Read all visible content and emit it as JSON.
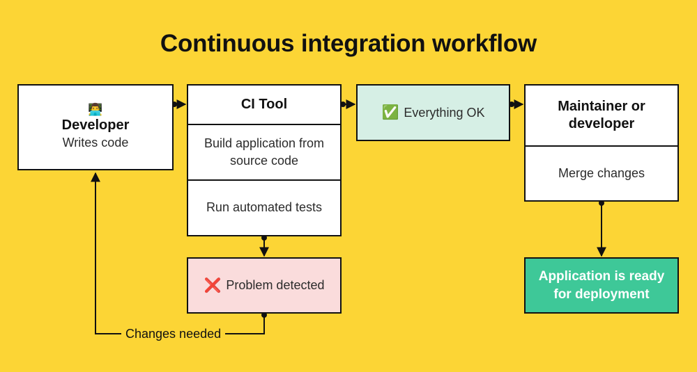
{
  "page": {
    "title": "Continuous integration workflow",
    "background_color": "#FCD535"
  },
  "colors": {
    "background": "#FCD535",
    "node_fill": "#FFFFFF",
    "node_border": "#111111",
    "success_fill": "#D6EFE5",
    "error_fill": "#FADCDC",
    "deploy_fill": "#3EC898",
    "deploy_text": "#FFFFFF",
    "text": "#111111"
  },
  "nodes": {
    "developer": {
      "icon": "technologist-emoji",
      "icon_glyph": "👨‍💻",
      "title": "Developer",
      "subtitle": "Writes code"
    },
    "ci_tool": {
      "title": "CI Tool",
      "steps": [
        "Build application from source code",
        "Run automated tests"
      ]
    },
    "everything_ok": {
      "icon": "check-mark-button-emoji",
      "icon_glyph": "✅",
      "label": "Everything OK"
    },
    "maintainer": {
      "title": "Maintainer or developer",
      "action": "Merge changes"
    },
    "problem": {
      "icon": "cross-mark-emoji",
      "icon_glyph": "❌",
      "label": "Problem detected"
    },
    "deployment": {
      "label": "Application is ready for deployment"
    }
  },
  "edges": [
    {
      "from": "developer",
      "to": "ci_tool",
      "label": ""
    },
    {
      "from": "ci_tool",
      "to": "everything_ok",
      "label": ""
    },
    {
      "from": "everything_ok",
      "to": "maintainer",
      "label": ""
    },
    {
      "from": "ci_tool",
      "to": "problem",
      "label": ""
    },
    {
      "from": "maintainer",
      "to": "deployment",
      "label": ""
    },
    {
      "from": "problem",
      "to": "developer",
      "label": "Changes needed"
    }
  ],
  "edge_labels": {
    "changes_needed": "Changes needed"
  }
}
